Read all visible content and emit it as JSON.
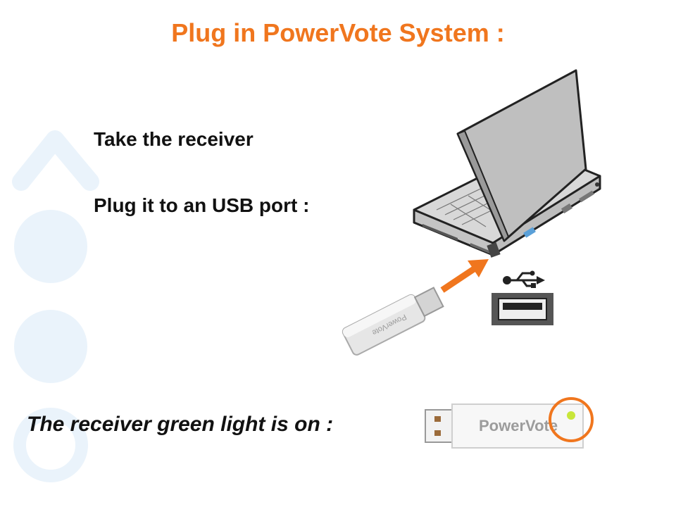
{
  "slide": {
    "title": "Plug in PowerVote System :",
    "steps": [
      "Take the receiver",
      "Plug it to an USB port :"
    ],
    "status_text": "The receiver green light is on :",
    "receiver_brand": "PowerVote"
  },
  "colors": {
    "accent": "#f0761e",
    "decor": "#eaf3fb",
    "led": "#c8e63a"
  },
  "icons": [
    "usb-symbol-icon",
    "arrow-icon",
    "laptop-icon",
    "usb-port-icon",
    "usb-receiver-icon",
    "status-led-icon"
  ]
}
